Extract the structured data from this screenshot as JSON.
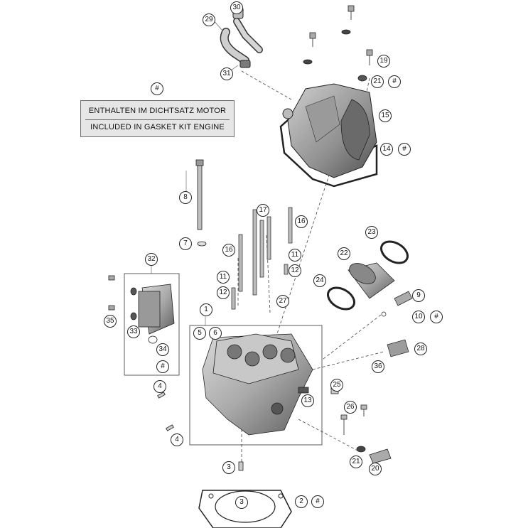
{
  "legend": {
    "symbol": "#",
    "line_de": "ENTHALTEN IM DICHTSATZ MOTOR",
    "line_en": "INCLUDED IN GASKET KIT ENGINE"
  },
  "callouts": [
    {
      "id": "c30",
      "label": "30"
    },
    {
      "id": "c29",
      "label": "29"
    },
    {
      "id": "c31",
      "label": "31"
    },
    {
      "id": "c19",
      "label": "19"
    },
    {
      "id": "c21a",
      "label": "21"
    },
    {
      "id": "h21a",
      "label": "#"
    },
    {
      "id": "c15",
      "label": "15"
    },
    {
      "id": "c14",
      "label": "14"
    },
    {
      "id": "h14",
      "label": "#"
    },
    {
      "id": "hleg",
      "label": "#"
    },
    {
      "id": "c8",
      "label": "8"
    },
    {
      "id": "c7",
      "label": "7"
    },
    {
      "id": "c17",
      "label": "17"
    },
    {
      "id": "c16a",
      "label": "16"
    },
    {
      "id": "c16b",
      "label": "16"
    },
    {
      "id": "c23",
      "label": "23"
    },
    {
      "id": "c22",
      "label": "22"
    },
    {
      "id": "c11a",
      "label": "11"
    },
    {
      "id": "c12a",
      "label": "12"
    },
    {
      "id": "c11b",
      "label": "11"
    },
    {
      "id": "c12b",
      "label": "12"
    },
    {
      "id": "c32",
      "label": "32"
    },
    {
      "id": "c24",
      "label": "24"
    },
    {
      "id": "c27",
      "label": "27"
    },
    {
      "id": "c9",
      "label": "9"
    },
    {
      "id": "c10",
      "label": "10"
    },
    {
      "id": "h10",
      "label": "#"
    },
    {
      "id": "c35",
      "label": "35"
    },
    {
      "id": "c33",
      "label": "33"
    },
    {
      "id": "c34",
      "label": "34"
    },
    {
      "id": "h34",
      "label": "#"
    },
    {
      "id": "c1",
      "label": "1"
    },
    {
      "id": "c5",
      "label": "5"
    },
    {
      "id": "c6",
      "label": "6"
    },
    {
      "id": "c28",
      "label": "28"
    },
    {
      "id": "c36",
      "label": "36"
    },
    {
      "id": "c4a",
      "label": "4"
    },
    {
      "id": "c25",
      "label": "25"
    },
    {
      "id": "c13",
      "label": "13"
    },
    {
      "id": "c26",
      "label": "26"
    },
    {
      "id": "c4b",
      "label": "4"
    },
    {
      "id": "c3a",
      "label": "3"
    },
    {
      "id": "c21b",
      "label": "21"
    },
    {
      "id": "c20",
      "label": "20"
    },
    {
      "id": "c3b",
      "label": "3"
    },
    {
      "id": "c2",
      "label": "2"
    },
    {
      "id": "h2",
      "label": "#"
    }
  ]
}
